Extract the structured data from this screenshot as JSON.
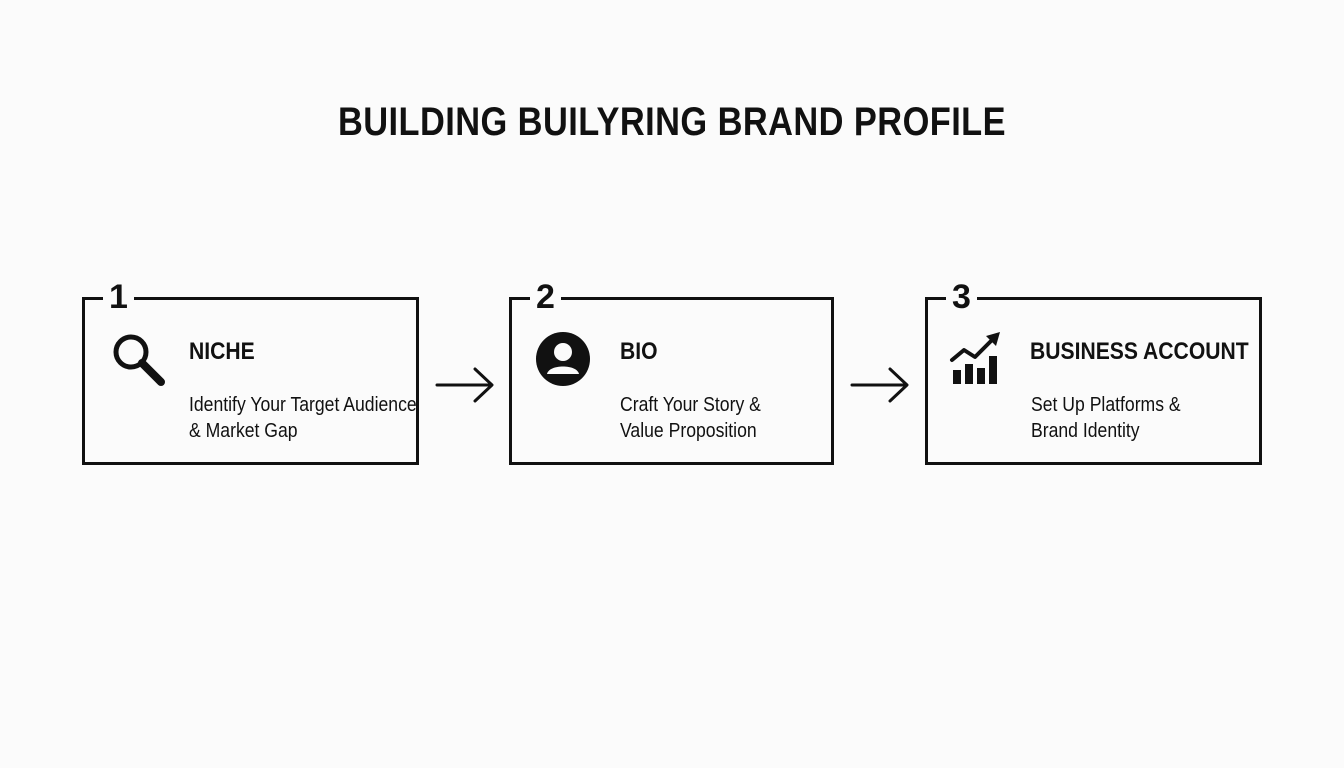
{
  "title": "BUILDING BUILYRING BRAND PROFILE",
  "steps": [
    {
      "number": "1",
      "icon": "magnifier-icon",
      "heading": "NICHE",
      "desc_lines": [
        "Identify Your Target Audience",
        "& Market Gap"
      ]
    },
    {
      "number": "2",
      "icon": "user-avatar-icon",
      "heading": "BIO",
      "desc_lines": [
        "Craft Your Story &",
        "Value Proposition"
      ]
    },
    {
      "number": "3",
      "icon": "growth-chart-icon",
      "heading": "BUSINESS ACCOUNT",
      "desc_lines": [
        "Set Up Platforms &",
        "Brand Identity"
      ]
    }
  ],
  "connectors": [
    "arrow-right-icon",
    "arrow-right-icon"
  ],
  "colors": {
    "background": "#fbfbfb",
    "ink": "#111111"
  }
}
